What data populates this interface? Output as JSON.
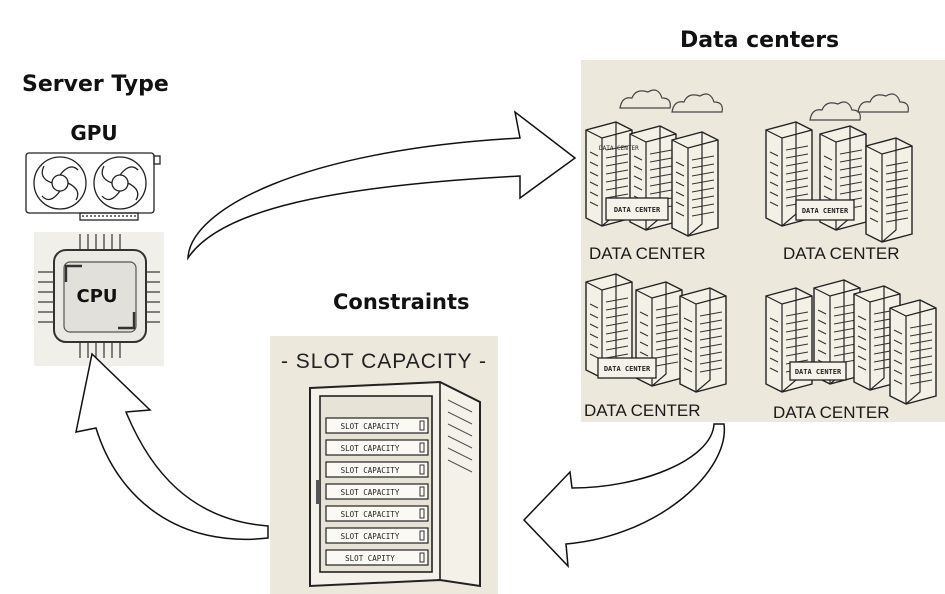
{
  "server_type": {
    "title": "Server Type",
    "gpu_label": "GPU",
    "cpu_label": "CPU"
  },
  "data_centers": {
    "title": "Data centers",
    "captions": [
      "DATA CENTER",
      "DATA CENTER",
      "DATA CENTER",
      "DATA CENTER"
    ],
    "building_signs": [
      "DATA CENTER",
      "DATA CENTER",
      "DATA CENTER",
      "DATA CENTER"
    ],
    "tower_signs": [
      "DATA CENTER"
    ]
  },
  "constraints": {
    "title": "Constraints",
    "slot_capacity_heading": "- SLOT CAPACITY -",
    "slot_labels": [
      "SLOT CAPACITY",
      "SLOT CAPACITY",
      "SLOT CAPACITY",
      "SLOT CAPACITY",
      "SLOT CAPACITY",
      "SLOT CAPACITY",
      "SLOT CAPITY"
    ]
  },
  "colors": {
    "panel_bg": "#ece8dc",
    "line": "#222222",
    "arrow_fill": "#ffffff"
  },
  "icons": [
    "gpu-card-icon",
    "cpu-chip-icon",
    "server-rack-icon",
    "data-center-building-icon",
    "cloud-icon"
  ]
}
